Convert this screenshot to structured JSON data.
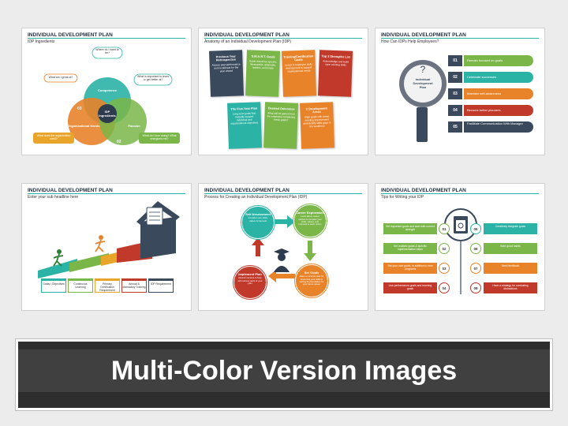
{
  "banner": {
    "title": "Multi-Color Version Images"
  },
  "slides": [
    {
      "title": "INDIVIDUAL DEVELOPMENT PLAN",
      "subtitle": "IDP Ingredients",
      "center": "IDP Ingredients",
      "circles": [
        "Competence",
        "Organizational Needs",
        "Passion"
      ],
      "numbers": [
        "01",
        "02",
        "03"
      ],
      "callouts": [
        "Where do I want to be?",
        "What am I great at?",
        "What is important to learn or get better at?",
        "What does the organization need?",
        "What do I love doing? What energizes me?"
      ]
    },
    {
      "title": "INDIVIDUAL DEVELOPMENT PLAN",
      "subtitle": "Anatomy of an Individual Development Plan (IDP)",
      "cards": [
        {
          "head": "Previous Year Retrospective",
          "body": "Assess past performance and recalibrate for the year ahead",
          "color": "#3a4a5c"
        },
        {
          "head": "S.M.A.R.T. Goals",
          "body": "Goals should be specific, measurable, attainable, realistic, and timely",
          "color": "#7ab648"
        },
        {
          "head": "Training/Certification Goals",
          "body": "Invest in employee skills development to support organizational needs",
          "color": "#e8832a"
        },
        {
          "head": "Top 3 Strengths List",
          "body": "Acknowledge and build upon existing skills",
          "color": "#c0392b"
        },
        {
          "head": "The Five-Year Plan",
          "body": "Long-term goals that mutually support individual and organizational objectives",
          "color": "#2bb3a6"
        },
        {
          "head": "Desired Outcomes",
          "body": "What will be gained from the employee completing these goals?",
          "color": "#7ab648"
        },
        {
          "head": "3 Development Areas",
          "body": "Align goals with areas needing improvement and identify skills gaps in the workforce",
          "color": "#e8832a"
        }
      ]
    },
    {
      "title": "INDIVIDUAL DEVELOPMENT PLAN",
      "subtitle": "How Can IDPs Help Employees?",
      "center": "Individual Development Plan",
      "items": [
        {
          "num": "01",
          "text": "Remain focused on goals",
          "color": "#7ab648"
        },
        {
          "num": "02",
          "text": "Celebrate successes",
          "color": "#2bb3a6"
        },
        {
          "num": "03",
          "text": "Maintain self-awareness",
          "color": "#e8832a"
        },
        {
          "num": "04",
          "text": "Become better planners",
          "color": "#c0392b"
        },
        {
          "num": "05",
          "text": "Facilitate Communication With Manager",
          "color": "#3a4a5c"
        }
      ]
    },
    {
      "title": "INDIVIDUAL DEVELOPMENT PLAN",
      "subtitle": "Enter your sub headline here",
      "steps": [
        {
          "text": "Goals / Objectives",
          "color": "#2bb3a6"
        },
        {
          "text": "Continuous Learning",
          "color": "#7ab648"
        },
        {
          "text": "Primary Certification Requirement",
          "color": "#e8a52a"
        },
        {
          "text": "Annual & Mandatory Training",
          "color": "#c0392b"
        },
        {
          "text": "IDP Requirement",
          "color": "#3a4a5c"
        }
      ]
    },
    {
      "title": "INDIVIDUAL DEVELOPMENT PLAN",
      "subtitle": "Process for Creating an Individual Development Plan (IDP)",
      "circles": [
        {
          "head": "Self Assessment",
          "body": "Consider your skills, values & interests",
          "color": "#2bb3a6"
        },
        {
          "head": "Career Exploration",
          "body": "Learn about career options & compare your skills, values, and interests to each option",
          "color": "#7ab648"
        },
        {
          "head": "Set Goals",
          "body": "Make a concrete plan for improving your skills & setting the foundation for your future career",
          "color": "#e8832a"
        },
        {
          "head": "Implement Plan",
          "body": "Recruit mentors to help with various parts of your plan",
          "color": "#c0392b"
        }
      ]
    },
    {
      "title": "INDIVIDUAL DEVELOPMENT PLAN",
      "subtitle": "Tips for Writing your IDP",
      "left": [
        {
          "num": "01",
          "text": "Set important goals and start with current strength",
          "color": "#7ab648"
        },
        {
          "num": "02",
          "text": "Set realistic goals & specific implementation steps",
          "color": "#7ab648"
        },
        {
          "num": "03",
          "text": "Set your own goals, in addition to new programs",
          "color": "#e8832a"
        },
        {
          "num": "04",
          "text": "Use performance goals and learning goals",
          "color": "#c0392b"
        }
      ],
      "right": [
        {
          "num": "05",
          "text": "Creatively integrate goals",
          "color": "#2bb3a6"
        },
        {
          "num": "06",
          "text": "Start good habits",
          "color": "#7ab648"
        },
        {
          "num": "07",
          "text": "Seek feedback",
          "color": "#e8832a"
        },
        {
          "num": "08",
          "text": "Have a strategy for combating distractions",
          "color": "#c0392b"
        }
      ]
    }
  ]
}
